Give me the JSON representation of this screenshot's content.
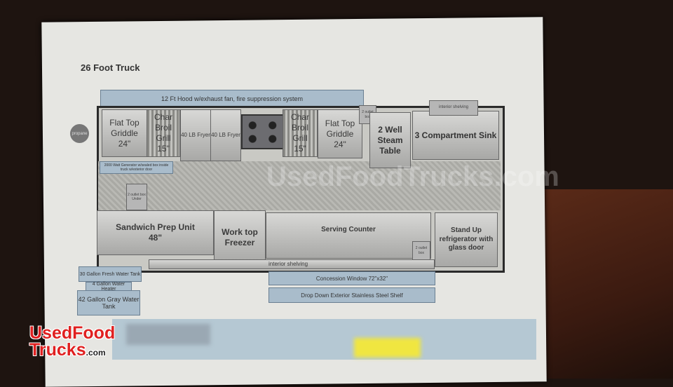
{
  "title": "26 Foot Truck",
  "hood": "12 Ft Hood w/exhaust fan, fire suppression system",
  "equipment": {
    "griddle_left": {
      "name": "Flat Top Griddle",
      "size": "24\""
    },
    "grill_left": {
      "name": "Char Broil Grill",
      "size": "15\""
    },
    "fryer1": "40 LB Fryer",
    "fryer2": "40 LB Fryer",
    "grill_right": {
      "name": "Char Broil Grill",
      "size": "15\""
    },
    "griddle_right": {
      "name": "Flat Top Griddle",
      "size": "24\""
    },
    "steam_table": "2 Well Steam Table",
    "sink": "3 Compartment Sink",
    "sandwich": {
      "name": "Sandwich Prep Unit",
      "size": "48\""
    },
    "freezer": "Work top Freezer",
    "serving": "Serving Counter",
    "fridge": "Stand Up refrigerator with glass door"
  },
  "labels": {
    "propane": "propane",
    "outlet": "2 outlet box",
    "outlet_under": "2 outlet box Under",
    "generator": "2000 Watt Generator w/sealed box inside truck w/exterior door",
    "interior_shelving": "interior shelving",
    "interior_shelving_top": "interior shelving",
    "concession": "Concession Window 72\"x32\"",
    "shelf": "Drop Down Exterior Stainless Steel Shelf",
    "fresh_water": "30 Gallon Fresh Water Tank",
    "water_heater": "4 Gallon Water Heater",
    "gray_water": "42 Gallon Gray Water Tank"
  },
  "watermark": "UsedFoodTrucks.com",
  "logo": {
    "line1": "UsedFood",
    "line2": "Trucks",
    ".com": ".com"
  }
}
